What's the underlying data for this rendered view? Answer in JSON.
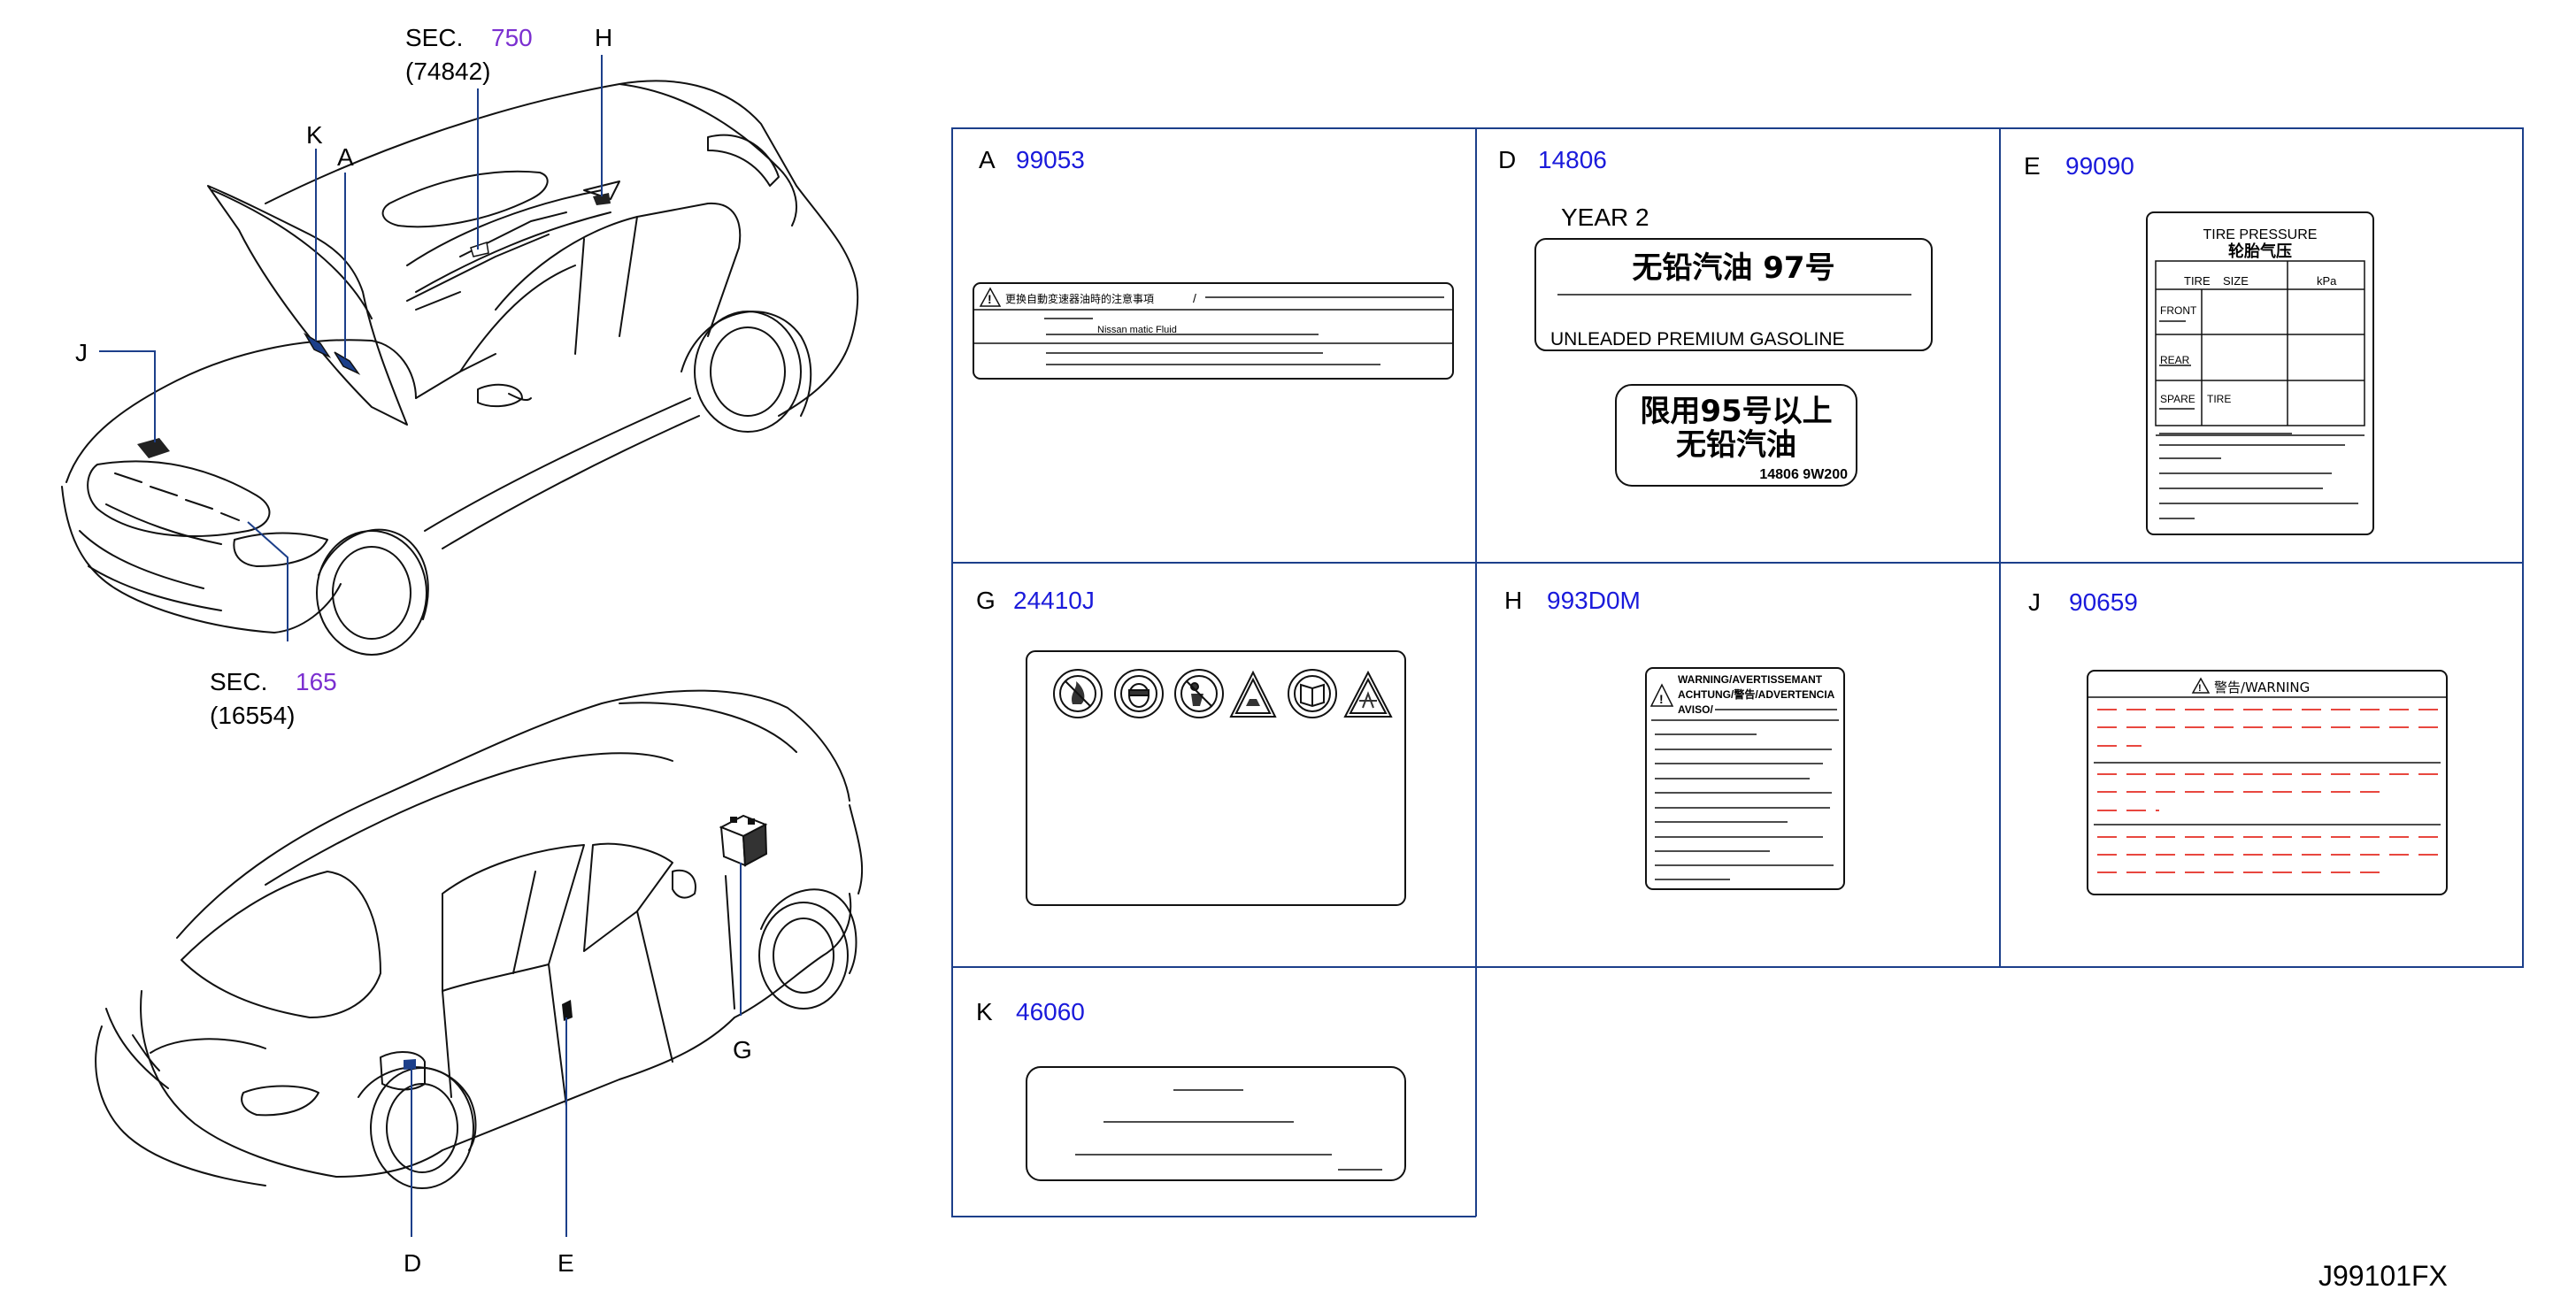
{
  "callouts": {
    "sec_top_prefix": "SEC.",
    "sec_top_number": "750",
    "sec_top_part": "(74842)",
    "sec_bottom_prefix": "SEC.",
    "sec_bottom_number": "165",
    "sec_bottom_part": "(16554)",
    "H": "H",
    "K": "K",
    "A": "A",
    "J": "J",
    "G": "G",
    "D": "D",
    "E": "E"
  },
  "cells": {
    "A": {
      "letter": "A",
      "part": "99053",
      "label_line1": "更换自動変速器油時的注意事項",
      "label_slash": "/",
      "label_line2": "Nissan    matic   Fluid"
    },
    "D": {
      "letter": "D",
      "part": "14806",
      "year": "YEAR  2",
      "fuel_cn": "无铅汽油  97号",
      "fuel_en": "UNLEADED   PREMIUM   GASOLINE",
      "sticker_line1": "限用95号以上",
      "sticker_line2": "无铅汽油",
      "sticker_code": "14806 9W200"
    },
    "E": {
      "letter": "E",
      "part": "99090",
      "title_en": "TIRE    PRESSURE",
      "title_cn": "轮胎气压",
      "col_tire": "TIRE",
      "col_size": "SIZE",
      "col_kpa": "kPa",
      "row_front": "FRONT",
      "row_rear": "REAR",
      "row_spare": "SPARE",
      "row_spare_tire": "TIRE"
    },
    "G": {
      "letter": "G",
      "part": "24410J"
    },
    "H": {
      "letter": "H",
      "part": "993D0M",
      "warn1": "WARNING/AVERTISSEMANT",
      "warn2": "ACHTUNG/警告/ADVERTENCIA",
      "warn3": "AVISO/"
    },
    "J": {
      "letter": "J",
      "part": "90659",
      "title": "警告/WARNING"
    },
    "K": {
      "letter": "K",
      "part": "46060"
    }
  },
  "diagram_code": "J99101FX",
  "colors": {
    "part_number": "#1a1adb",
    "sec_number": "#7b2fd0",
    "leader": "#1c3f8a",
    "grid": "#1c3f8a",
    "warning_dash": "#e8473f"
  }
}
